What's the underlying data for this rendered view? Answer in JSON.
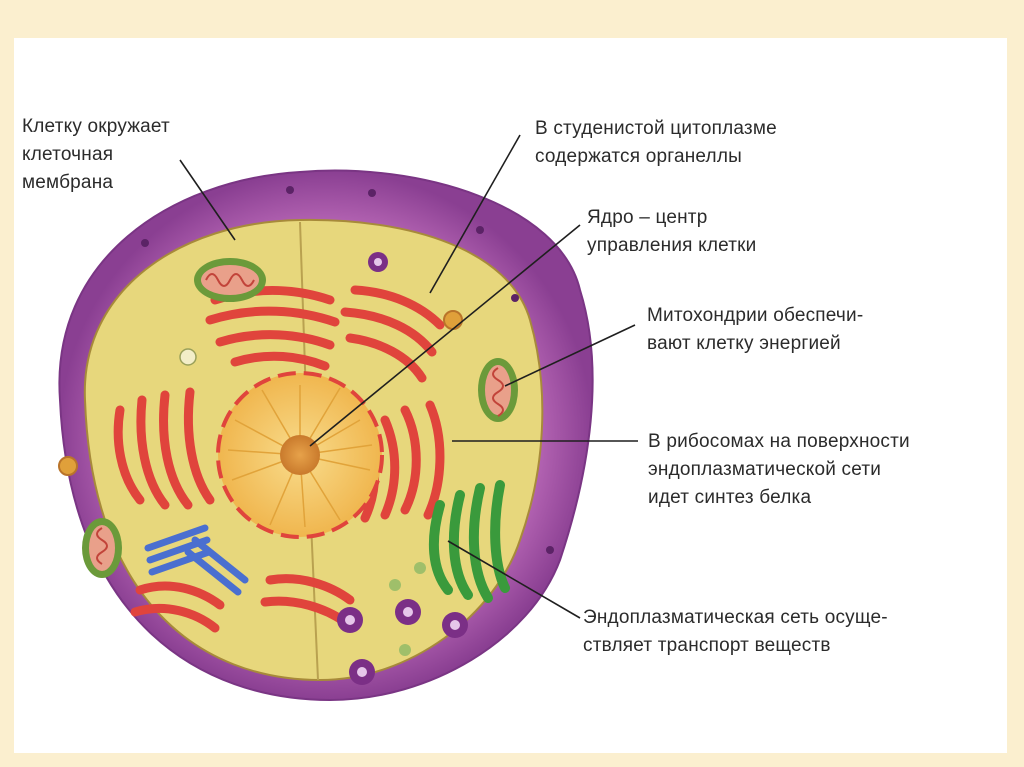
{
  "labels": {
    "membrane": "Клетку окружает\nклеточная\nмембрана",
    "cytoplasm": "В студенистой цитоплазме\nсодержатся органеллы",
    "nucleus": "Ядро – центр\nуправления клетки",
    "mitochondria": "Митохондрии обеспечи-\nвают клетку энергией",
    "ribosomes": "В рибосомах на поверхности\nэндоплазматической сети\nидет синтез белка",
    "er": "Эндоплазматическая сеть осуще-\nствляет транспорт веществ"
  },
  "colors": {
    "page_background": "#fbefcf",
    "membrane": "#9b4fa3",
    "cytoplasm": "#e6d57a",
    "er_rough": "#e0443c",
    "nucleus": "#f2c06a",
    "mitochondria": "#6b9a3a",
    "golgi": "#3a9a3c",
    "centrioles": "#4a6fd0"
  }
}
